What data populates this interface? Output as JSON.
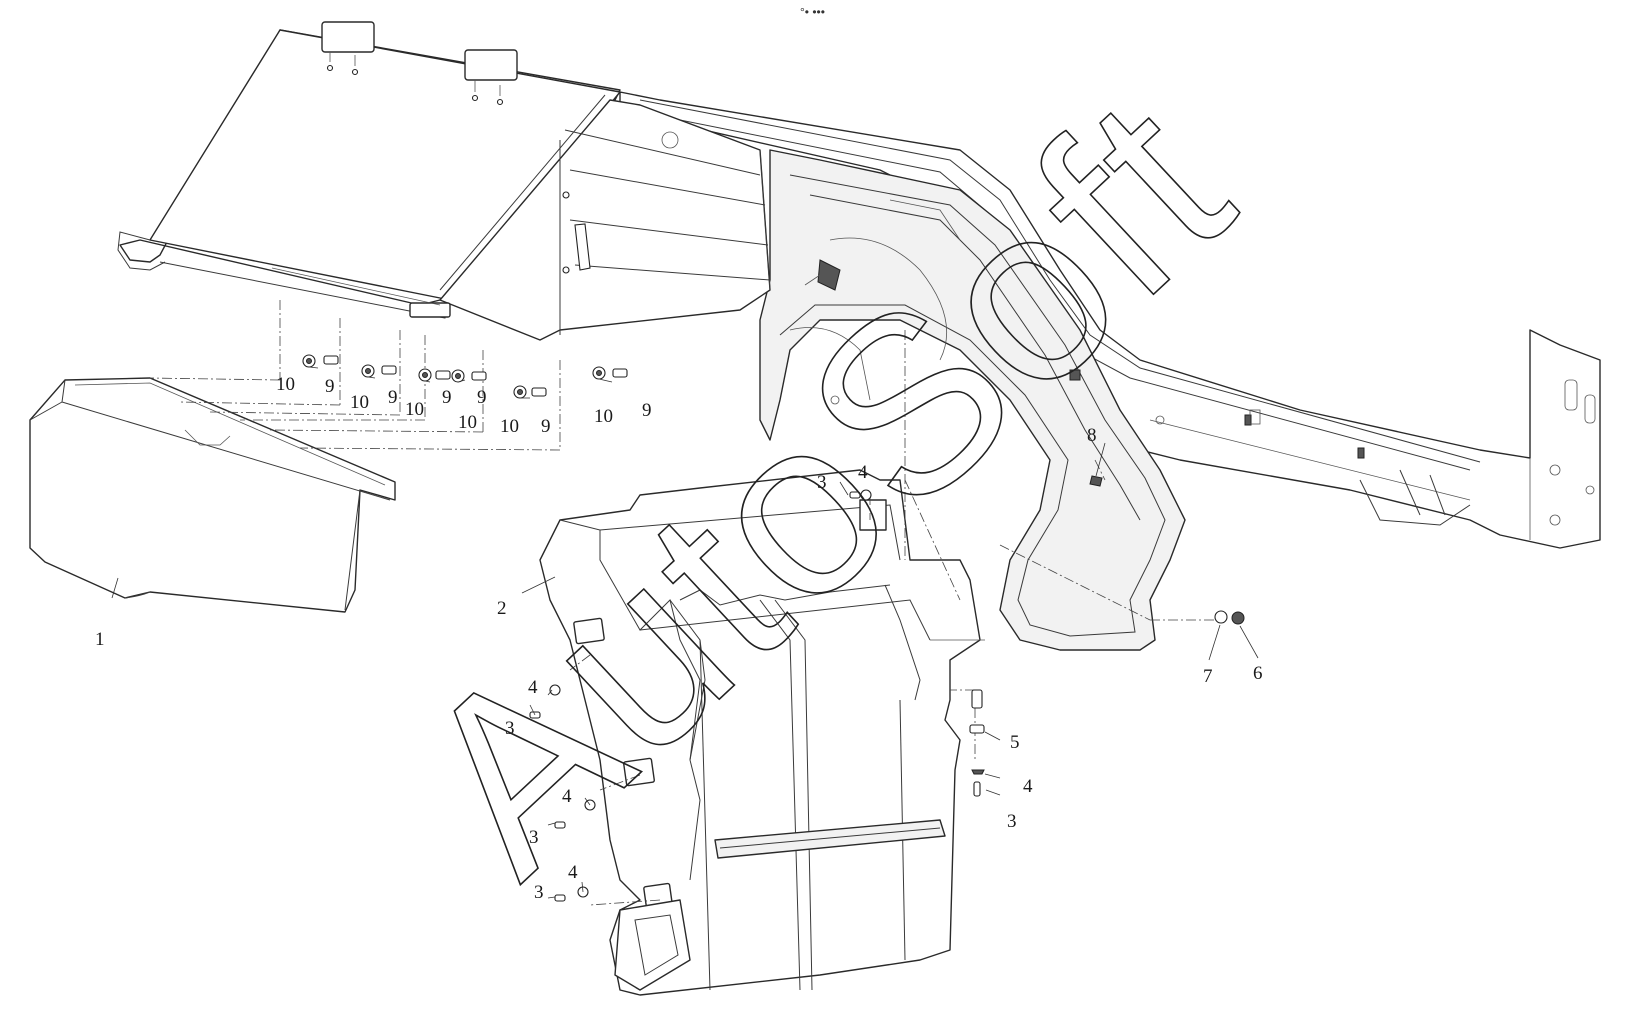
{
  "header": {
    "mark": "°• •••"
  },
  "watermark": {
    "text": "AutoSoft"
  },
  "callouts": [
    {
      "id": "c1",
      "label": "1"
    },
    {
      "id": "c2",
      "label": "2"
    },
    {
      "id": "c3a",
      "label": "3"
    },
    {
      "id": "c4a",
      "label": "4"
    },
    {
      "id": "c3b",
      "label": "3"
    },
    {
      "id": "c4b",
      "label": "4"
    },
    {
      "id": "c3c",
      "label": "3"
    },
    {
      "id": "c4c",
      "label": "4"
    },
    {
      "id": "c3d",
      "label": "3"
    },
    {
      "id": "c4d",
      "label": "4"
    },
    {
      "id": "c5",
      "label": "5"
    },
    {
      "id": "c4e",
      "label": "4"
    },
    {
      "id": "c3e",
      "label": "3"
    },
    {
      "id": "c7",
      "label": "7"
    },
    {
      "id": "c6",
      "label": "6"
    },
    {
      "id": "c8",
      "label": "8"
    },
    {
      "id": "c10a",
      "label": "10"
    },
    {
      "id": "c9a",
      "label": "9"
    },
    {
      "id": "c10b",
      "label": "10"
    },
    {
      "id": "c9b",
      "label": "9"
    },
    {
      "id": "c10c",
      "label": "10"
    },
    {
      "id": "c9c",
      "label": "9"
    },
    {
      "id": "c9d",
      "label": "9"
    },
    {
      "id": "c10d",
      "label": "10"
    },
    {
      "id": "c10e",
      "label": "10"
    },
    {
      "id": "c9e",
      "label": "9"
    },
    {
      "id": "c10f",
      "label": "10"
    },
    {
      "id": "c9f",
      "label": "9"
    }
  ]
}
